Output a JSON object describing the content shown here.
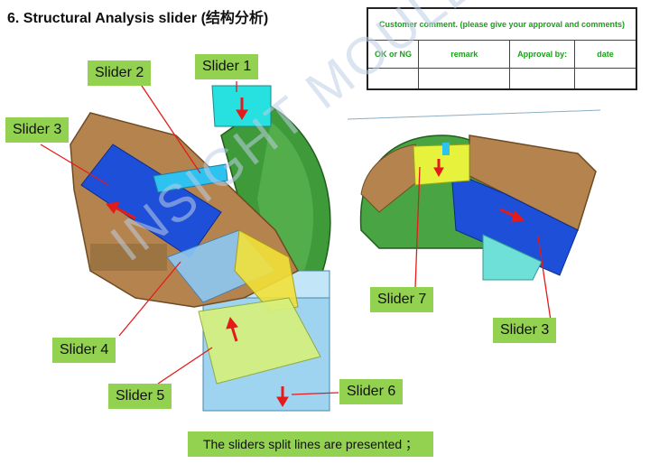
{
  "title": "6.  Structural Analysis slider (结构分析)",
  "comment_table": {
    "header": "Customer comment. (please give your approval and comments)",
    "columns": [
      "OK or NG",
      "remark",
      "Approval by:",
      "date"
    ],
    "values": [
      "",
      "",
      "",
      ""
    ]
  },
  "labels": {
    "slider1": "Slider 1",
    "slider2": "Slider 2",
    "slider3_left": "Slider 3",
    "slider4": "Slider 4",
    "slider5": "Slider 5",
    "slider6": "Slider 6",
    "slider7": "Slider 7",
    "slider3_right": "Slider 3"
  },
  "note": "The sliders split lines  are presented ；",
  "watermark": "INSIGHT MOULD",
  "colors": {
    "label_bg": "#93d150",
    "header_text": "#1aa01a",
    "arrow": "#e41b1b",
    "pointer": "#e41b1b"
  }
}
